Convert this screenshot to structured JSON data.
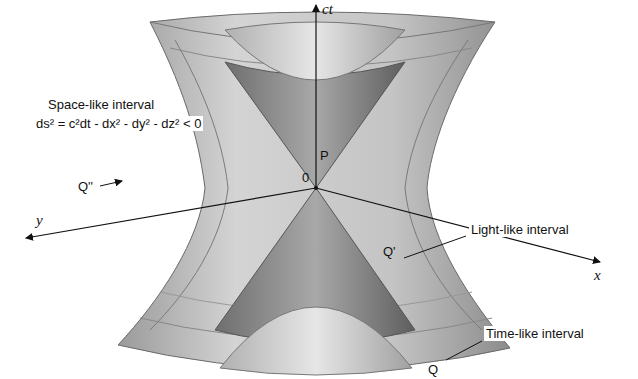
{
  "diagram": {
    "labels": [
      "ct",
      "Space-like interval",
      "ds² = c²dt - dx² - dy² - dz² < 0",
      "Q''",
      "P",
      "0",
      "y",
      "Light-like interval",
      "Q'",
      "x",
      "Time-like interval",
      "Q"
    ]
  }
}
